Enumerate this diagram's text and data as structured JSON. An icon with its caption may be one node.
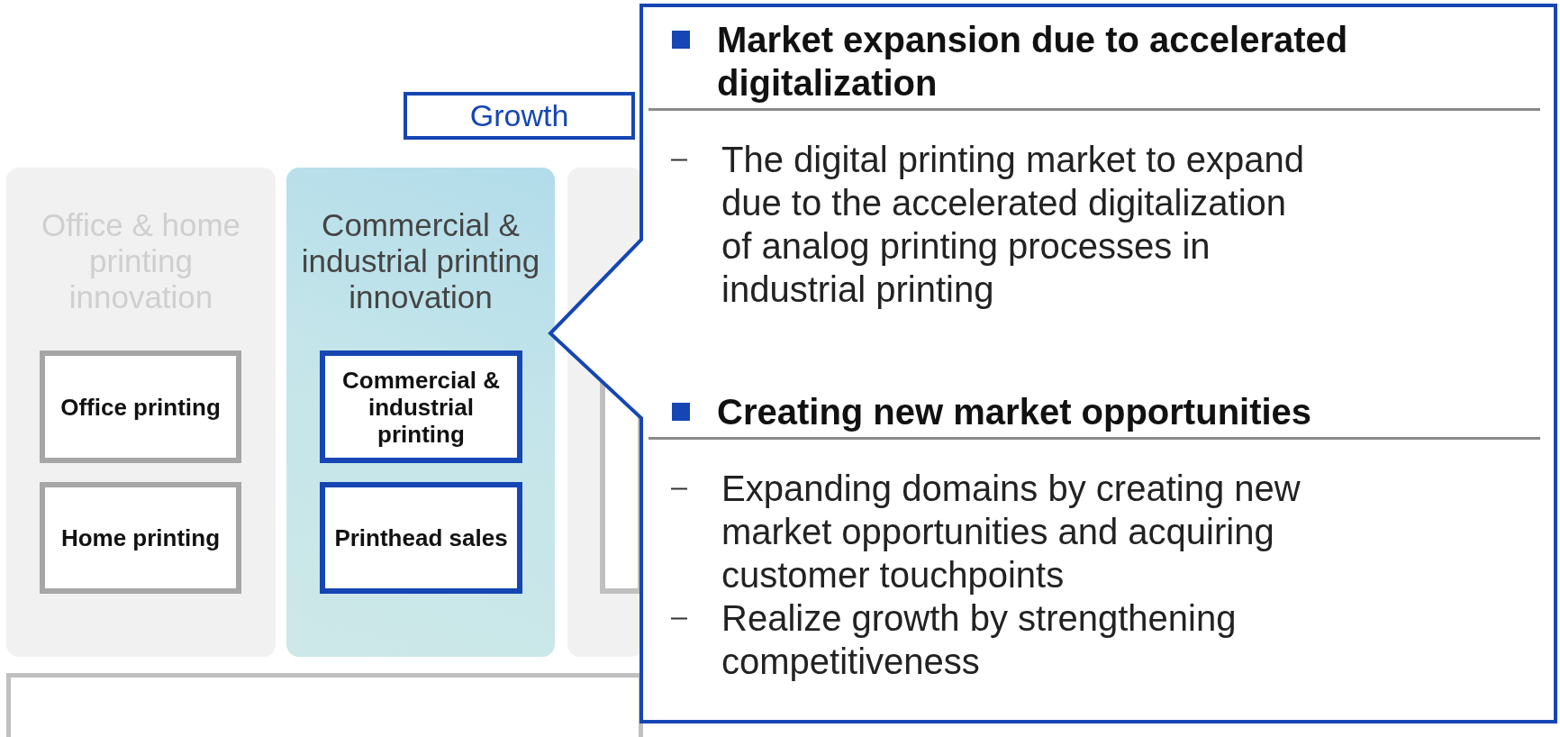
{
  "diagram": {
    "nodes": [
      {
        "text": [
          "Growth"
        ]
      },
      {
        "text": [
          "Office & home printing innovation"
        ]
      },
      {
        "text": [
          "Office printing"
        ],
        "in": 1
      },
      {
        "text": [
          "Home printing"
        ],
        "in": 1
      },
      {
        "text": [
          "Commercial & industrial printing innovation"
        ]
      },
      {
        "text": [
          "Commercial & industrial printing"
        ],
        "in": 4
      },
      {
        "text": [
          "Printhead sales"
        ],
        "in": 4
      },
      {
        "text": [],
        "shape": "box"
      },
      {
        "text": [],
        "shape": "box",
        "in": 7
      },
      {
        "text": [],
        "shape": "bar"
      },
      {
        "text": [
          "Market expansion due to accelerated digitalization",
          "The digital printing market to expand due to the accelerated digitalization of analog printing processes in industrial printing",
          "Creating new market opportunities",
          "Expanding domains by creating new market opportunities and acquiring customer touchpoints",
          "Realize growth by strengthening competitiveness"
        ]
      }
    ]
  }
}
